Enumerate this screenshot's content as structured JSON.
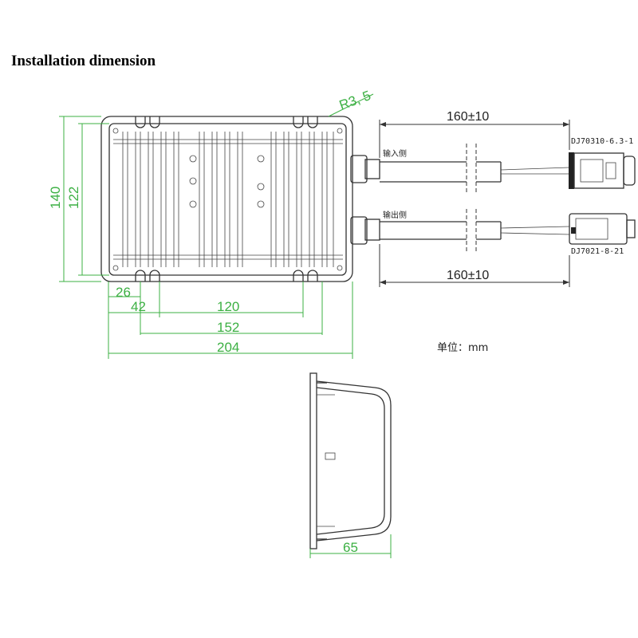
{
  "title": "Installation dimension",
  "dimensions": {
    "height_outer": "140",
    "height_inner": "122",
    "width_26": "26",
    "width_42": "42",
    "width_120": "120",
    "width_152": "152",
    "width_204": "204",
    "radius": "R3, 5",
    "cable_top": "160±10",
    "cable_bottom": "160±10",
    "depth": "65"
  },
  "labels": {
    "input_side": "输入侧",
    "output_side": "输出侧",
    "connector_top": "DJ70310-6.3-1",
    "connector_bottom": "DJ7021-8-21",
    "unit": "单位：mm"
  }
}
